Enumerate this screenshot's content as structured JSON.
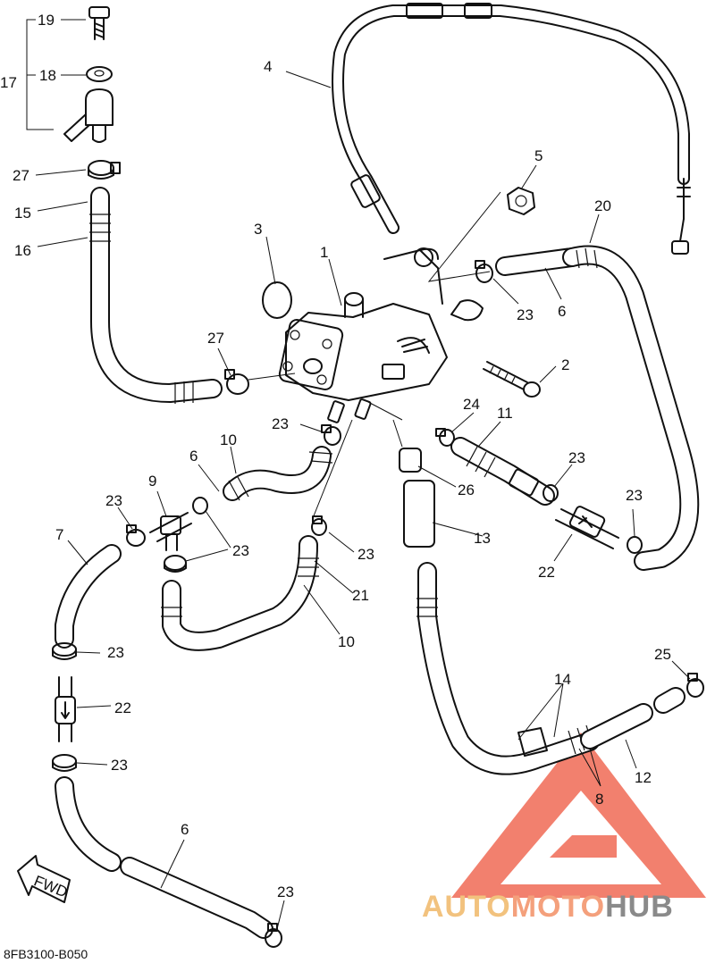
{
  "drawing_code": "8FB3100-B050",
  "fwd_label": "FWD",
  "logo": {
    "part1": "AUTO",
    "part2": "MOTO",
    "part3": "HUB",
    "colors": {
      "triangle": "#f06a55",
      "auto": "#f2c27e",
      "moto": "#f4a07c",
      "hub": "#8a8a8a"
    }
  },
  "callouts": [
    {
      "id": "c19",
      "text": "19"
    },
    {
      "id": "c17",
      "text": "17"
    },
    {
      "id": "c18",
      "text": "18"
    },
    {
      "id": "c27a",
      "text": "27"
    },
    {
      "id": "c15",
      "text": "15"
    },
    {
      "id": "c16",
      "text": "16"
    },
    {
      "id": "c4",
      "text": "4"
    },
    {
      "id": "c5",
      "text": "5"
    },
    {
      "id": "c3",
      "text": "3"
    },
    {
      "id": "c1",
      "text": "1"
    },
    {
      "id": "c20",
      "text": "20"
    },
    {
      "id": "c23a",
      "text": "23"
    },
    {
      "id": "c6a",
      "text": "6"
    },
    {
      "id": "c27b",
      "text": "27"
    },
    {
      "id": "c2",
      "text": "2"
    },
    {
      "id": "c24",
      "text": "24"
    },
    {
      "id": "c11",
      "text": "11"
    },
    {
      "id": "c23b",
      "text": "23"
    },
    {
      "id": "c10a",
      "text": "10"
    },
    {
      "id": "c23c",
      "text": "23"
    },
    {
      "id": "c6b",
      "text": "6"
    },
    {
      "id": "c26",
      "text": "26"
    },
    {
      "id": "c23d",
      "text": "23"
    },
    {
      "id": "c9",
      "text": "9"
    },
    {
      "id": "c23e",
      "text": "23"
    },
    {
      "id": "c7",
      "text": "7"
    },
    {
      "id": "c23f",
      "text": "23"
    },
    {
      "id": "c13",
      "text": "13"
    },
    {
      "id": "c22a",
      "text": "22"
    },
    {
      "id": "c23g",
      "text": "23"
    },
    {
      "id": "c21",
      "text": "21"
    },
    {
      "id": "c10b",
      "text": "10"
    },
    {
      "id": "c23h",
      "text": "23"
    },
    {
      "id": "c25",
      "text": "25"
    },
    {
      "id": "c22b",
      "text": "22"
    },
    {
      "id": "c14",
      "text": "14"
    },
    {
      "id": "c23i",
      "text": "23"
    },
    {
      "id": "c12",
      "text": "12"
    },
    {
      "id": "c8",
      "text": "8"
    },
    {
      "id": "c6c",
      "text": "6"
    },
    {
      "id": "c23j",
      "text": "23"
    }
  ]
}
